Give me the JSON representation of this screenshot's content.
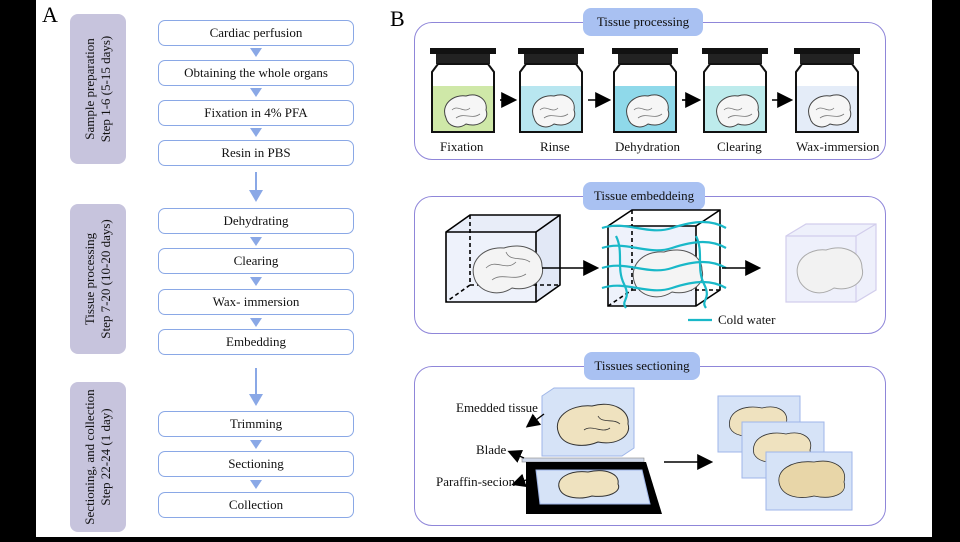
{
  "panel_a": {
    "letter": "A",
    "stages": [
      {
        "line1": "Sample preparation",
        "line2": "Step 1-6 (5-15 days)"
      },
      {
        "line1": "Tissue processing",
        "line2": "Step 7-20  (10-20 days)"
      },
      {
        "line1": "Sectioning,  and collection",
        "line2": "Step 22-24  (1 day)"
      }
    ],
    "steps": [
      "Cardiac perfusion",
      "Obtaining the whole organs",
      "Fixation in 4% PFA",
      "Resin in PBS",
      "Dehydrating",
      "Clearing",
      "Wax- immersion",
      "Embedding",
      "Trimming",
      "Sectioning",
      "Collection"
    ]
  },
  "panel_b": {
    "letter": "B",
    "processing": {
      "title": "Tissue processing",
      "jars": [
        "Fixation",
        "Rinse",
        "Dehydration",
        "Clearing",
        "Wax-immersion"
      ],
      "jar_colors": [
        "#cfe8a8",
        "#b8e6f0",
        "#8fd9ea",
        "#bdebec",
        "#e4ecf8"
      ]
    },
    "embedding": {
      "title": "Tissue embeddeing",
      "legend": "Cold water"
    },
    "sectioning": {
      "title": "Tissues sectioning",
      "labels": [
        "Emedded tissue",
        "Blade",
        "Paraffin-secion"
      ]
    }
  }
}
